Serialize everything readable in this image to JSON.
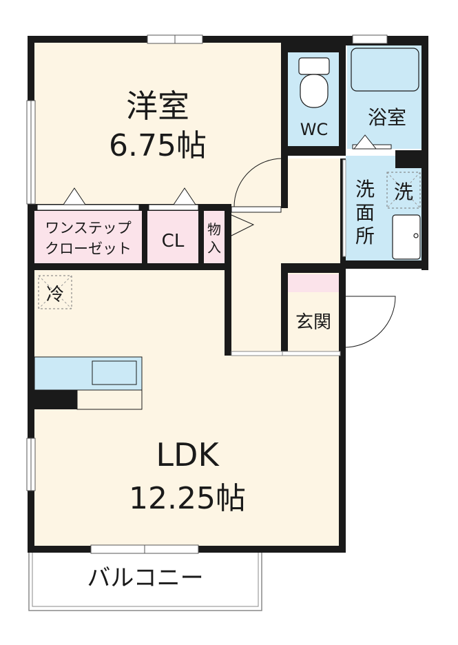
{
  "rooms": {
    "western_room": {
      "name": "洋室",
      "size": "6.75帖"
    },
    "ldk": {
      "name": "LDK",
      "size": "12.25帖"
    },
    "wc": {
      "name": "WC"
    },
    "bath": {
      "name": "浴室"
    },
    "washroom": {
      "line1": "洗",
      "line2": "面",
      "line3": "所"
    },
    "washer": {
      "name": "洗"
    },
    "one_step_closet": {
      "line1": "ワンステップ",
      "line2": "クローゼット"
    },
    "closet": {
      "name": "CL"
    },
    "storage": {
      "line1": "物",
      "line2": "入"
    },
    "entrance": {
      "name": "玄関"
    },
    "fridge": {
      "name": "冷"
    },
    "balcony": {
      "name": "バルコニー"
    }
  },
  "colors": {
    "floor": "#fdf5e4",
    "wet_area": "#cbe9f6",
    "closet": "#fbe3ea",
    "wall": "#1a1a1a",
    "balcony": "#ffffff"
  }
}
